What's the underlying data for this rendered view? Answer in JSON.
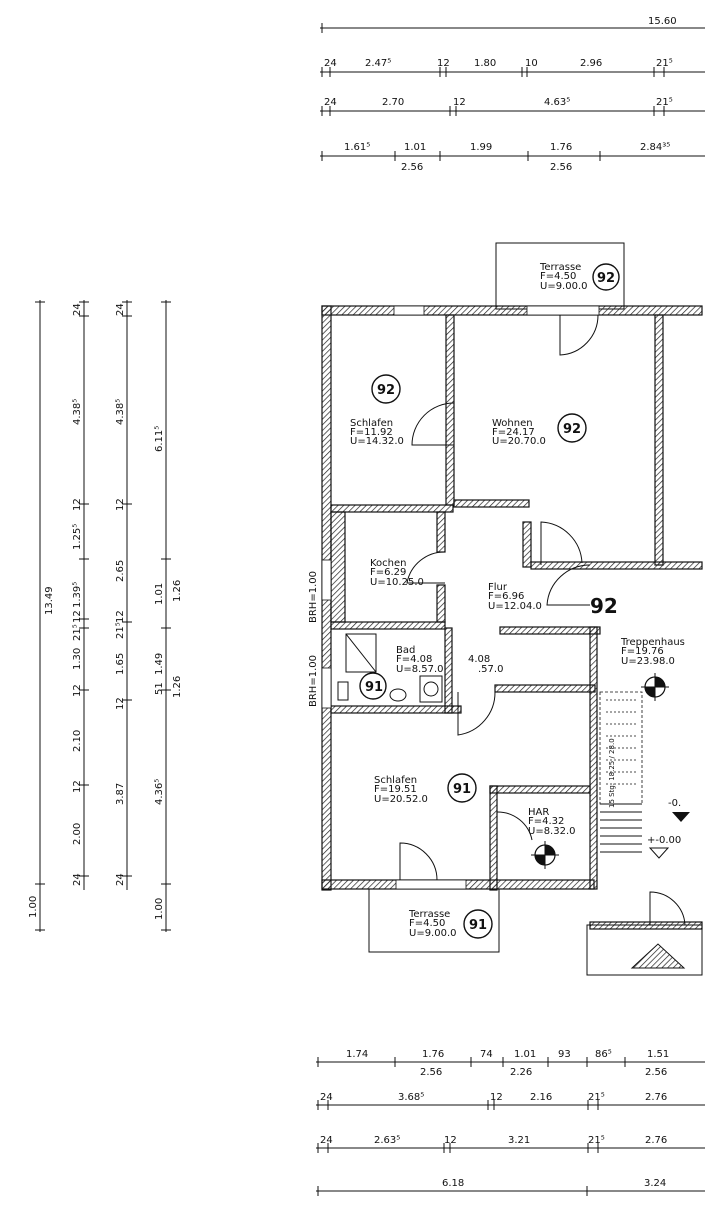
{
  "dimensions_top": {
    "row1": [
      "15.60"
    ],
    "row2": [
      "24",
      "2.47⁵",
      "12",
      "1.80",
      "10",
      "2.96",
      "21⁵"
    ],
    "row3": [
      "24",
      "2.70",
      "12",
      "4.63⁵",
      "21⁵"
    ],
    "row4": [
      "1.61⁵",
      "1.01",
      "1.99",
      "1.76",
      "2.84³⁵"
    ],
    "row4b": [
      "2.56",
      "2.56"
    ]
  },
  "dimensions_bottom": {
    "row1": [
      "1.74",
      "1.76",
      "74",
      "1.01",
      "93",
      "86⁵",
      "1.51"
    ],
    "row1b": [
      "2.56",
      "2.26",
      "2.56"
    ],
    "row2": [
      "24",
      "3.68⁵",
      "12",
      "2.16",
      "21⁵",
      "2.76"
    ],
    "row3": [
      "24",
      "2.63⁵",
      "12",
      "3.21",
      "21⁵",
      "2.76"
    ],
    "row4": [
      "6.18",
      "3.24"
    ]
  },
  "dimensions_left": {
    "col1": [
      "13.49",
      "1.00"
    ],
    "col2": [
      "24",
      "4.38⁵",
      "12",
      "1.25⁵",
      "1.39⁵",
      "12",
      "21⁵",
      "1.30",
      "12",
      "2.10",
      "12",
      "2.00",
      "24"
    ],
    "col3": [
      "24",
      "4.38⁵",
      "12",
      "2.65",
      "12",
      "21⁵",
      "1.65",
      "12",
      "3.87",
      "24"
    ],
    "col4": [
      "6.11⁵",
      "1.01",
      "1.49",
      "51",
      "4.36⁵",
      "1.00"
    ],
    "col5": [
      "1.26",
      "1.26"
    ]
  },
  "brh": [
    "BRH=1.00",
    "BRH=1.00"
  ],
  "rooms": {
    "terrasse_top": {
      "name": "Terrasse",
      "f": "F=4.50",
      "u": "U=9.00.0",
      "unit": "92"
    },
    "schlafen_92": {
      "name": "Schlafen",
      "f": "F=11.92",
      "u": "U=14.32.0",
      "unit": "92"
    },
    "wohnen_92": {
      "name": "Wohnen",
      "f": "F=24.17",
      "u": "U=20.70.0",
      "unit": "92"
    },
    "kochen": {
      "name": "Kochen",
      "f": "F=6.29",
      "u": "U=10.25.0"
    },
    "flur": {
      "name": "Flur",
      "f": "F=6.96",
      "u": "U=12.04.0"
    },
    "bad": {
      "name": "Bad",
      "f": "F=4.08",
      "u": "U=8.57.0",
      "unit": "91"
    },
    "wc_partial": {
      "f": "4.08",
      "u": ".57.0"
    },
    "treppenhaus": {
      "name": "Treppenhaus",
      "f": "F=19.76",
      "u": "U=23.98.0"
    },
    "schlafen_91": {
      "name": "Schlafen",
      "f": "F=19.51",
      "u": "U=20.52.0",
      "unit": "91"
    },
    "har": {
      "name": "HAR",
      "f": "F=4.32",
      "u": "U=8.32.0"
    },
    "terrasse_bottom": {
      "name": "Terrasse",
      "f": "F=4.50",
      "u": "U=9.00.0",
      "unit": "91"
    }
  },
  "unit_label_92": "92",
  "stair": {
    "label": "15 Stg. 18.25 / 28.0",
    "level1": "-0.",
    "level2": "+-0.00"
  }
}
